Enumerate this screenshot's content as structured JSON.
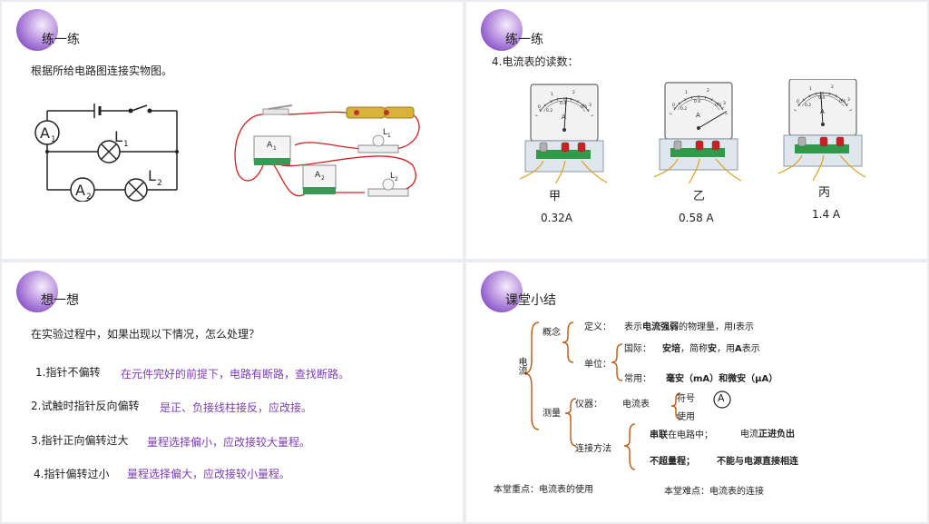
{
  "slide1": {
    "title": "练一练",
    "instruction": "根据所给电路图连接实物图。",
    "diagram_labels": {
      "a1": "A",
      "a1_sub": "1",
      "l1": "L",
      "l1_sub": "1",
      "a2": "A",
      "a2_sub": "2",
      "l2": "L",
      "l2_sub": "2"
    }
  },
  "slide2": {
    "title": "练一练",
    "question": "4.电流表的读数：",
    "meter_face": {
      "letter": "A",
      "ticks": [
        "0",
        "1",
        "2",
        "3",
        "0.2",
        "0.4",
        "0.6"
      ]
    },
    "meters": [
      {
        "name": "甲",
        "reading": "0.32A",
        "needle_fraction": 0.53
      },
      {
        "name": "乙",
        "reading": "0.58 A",
        "needle_fraction": 0.97
      },
      {
        "name": "丙",
        "reading": "1.4 A",
        "needle_fraction": 0.47
      }
    ],
    "colors": {
      "terminal_red": "#cc1f1f",
      "board_green": "#2f9b4a",
      "wire": "#e0a020"
    }
  },
  "slide3": {
    "title": "想一想",
    "intro": "在实验过程中，如果出现以下情况，怎么处理？",
    "items": [
      {
        "q": "1.指针不偏转",
        "a": "在元件完好的前提下，电路有断路，查找断路。"
      },
      {
        "q": "2.试触时指针反向偏转",
        "a": "是正、负接线柱接反，应改接。"
      },
      {
        "q": "3.指针正向偏转过大",
        "a": "量程选择偏小，应改接较大量程。"
      },
      {
        "q": "4.指针偏转过小",
        "a": "量程选择偏大，应改接较小量程。"
      }
    ],
    "answer_color": "#7b3fb4"
  },
  "slide4": {
    "title": "课堂小结",
    "root": "电流",
    "concept": "概念",
    "definition_label": "定义：",
    "definition_pre": "表示",
    "definition_bold": "电流强弱",
    "definition_post": "的物理量，用I表示",
    "unit_label": "单位：",
    "intl_label": "国际：",
    "intl_bold1": "安培",
    "intl_mid": "，简称",
    "intl_bold2": "安",
    "intl_mid2": "，用",
    "intl_bold3": "A",
    "intl_post": "表示",
    "common_label": "常用：",
    "common_value": "毫安（mA）和微安（μA）",
    "measure": "测量",
    "instrument_label": "仪器：",
    "instrument_value": "电流表",
    "symbol_label": "符号",
    "symbol_char": "A",
    "usage_label": "使用",
    "connect_label": "连接方法",
    "series_bold": "串联",
    "series_post": "在电路中；",
    "direction_pre": "电流",
    "direction_bold": "正进负出",
    "no_over_range": "不超量程；",
    "no_direct": "不能与电源直接相连",
    "key_point": "本堂重点：电流表的使用",
    "difficult_point": "本堂难点：电流表的连接"
  }
}
